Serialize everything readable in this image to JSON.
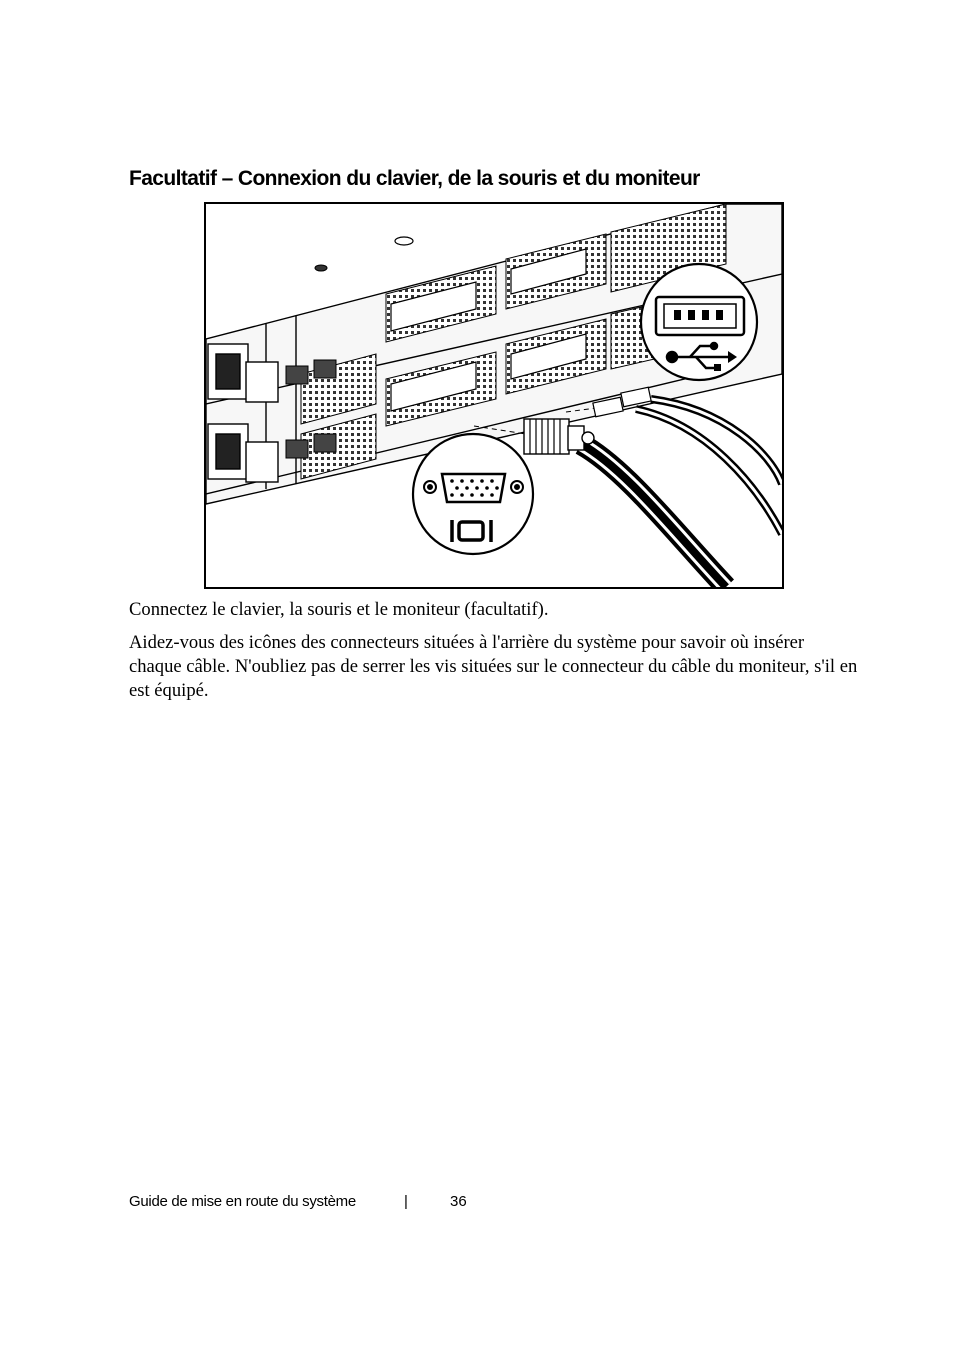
{
  "page": {
    "title": "Facultatif – Connexion du clavier, de la souris et du moniteur",
    "caption": "Connectez le clavier, la souris et le moniteur (facultatif).",
    "paragraph": "Aidez-vous des icônes des connecteurs situées à l'arrière du système pour savoir où insérer chaque câble. N'oubliez pas de serrer les vis situées sur le connecteur du câble du moniteur, s'il en est équipé."
  },
  "figure": {
    "icons": [
      "usb-port-icon",
      "usb-symbol-icon",
      "vga-port-icon",
      "monitor-symbol-icon"
    ]
  },
  "footer": {
    "guide_title": "Guide de mise en route du système",
    "separator": "|",
    "page_number": "36"
  }
}
